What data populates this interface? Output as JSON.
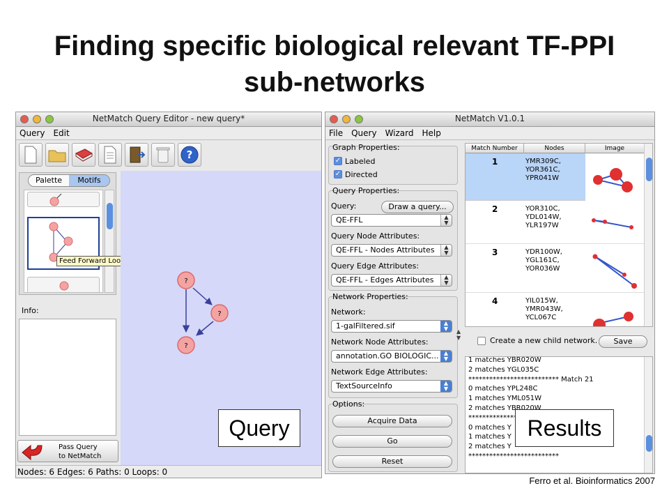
{
  "slide": {
    "title_line1": "Finding specific biological relevant TF-PPI",
    "title_line2": "sub-networks",
    "callout_query": "Query",
    "callout_results": "Results",
    "citation": "Ferro et al. Bioinformatics 2007"
  },
  "editor": {
    "title": "NetMatch Query Editor - new query*",
    "menu": [
      "Query",
      "Edit"
    ],
    "tabs": [
      "Palette",
      "Motifs"
    ],
    "tooltip": "Feed Forward Loop",
    "info_label": "Info:",
    "pass_button_line1": "Pass Query",
    "pass_button_line2": "to NetMatch",
    "status": "Nodes: 6 Edges: 6 Paths: 0 Loops: 0",
    "node_label": "?"
  },
  "netmatch": {
    "title": "NetMatch V1.0.1",
    "menu": [
      "File",
      "Query",
      "Wizard",
      "Help"
    ],
    "graph_properties": "Graph Properties:",
    "labeled": "Labeled",
    "directed": "Directed",
    "query_properties": "Query Properties:",
    "query_label": "Query:",
    "draw_query_button": "Draw a query...",
    "query_value": "QE-FFL",
    "query_node_attr_label": "Query Node Attributes:",
    "query_node_attr_value": "QE-FFL - Nodes Attributes",
    "query_edge_attr_label": "Query Edge Attributes:",
    "query_edge_attr_value": "QE-FFL - Edges Attributes",
    "network_properties": "Network Properties:",
    "network_label": "Network:",
    "network_value": "1-galFiltered.sif",
    "network_node_attr_label": "Network Node Attributes:",
    "network_node_attr_value": "annotation.GO BIOLOGIC...",
    "network_edge_attr_label": "Network Edge Attributes:",
    "network_edge_attr_value": "TextSourceInfo",
    "options_label": "Options:",
    "acquire_button": "Acquire Data",
    "go_button": "Go",
    "reset_button": "Reset",
    "table_headers": [
      "Match Number",
      "Nodes",
      "Image"
    ],
    "rows": [
      {
        "num": "1",
        "nodes": [
          "YMR309C,",
          "YOR361C,",
          "YPR041W"
        ]
      },
      {
        "num": "2",
        "nodes": [
          "YOR310C,",
          "YDL014W,",
          "YLR197W"
        ]
      },
      {
        "num": "3",
        "nodes": [
          "YDR100W,",
          "YGL161C,",
          "YOR036W"
        ]
      },
      {
        "num": "4",
        "nodes": [
          "YIL015W,",
          "YMR043W,",
          "YCL067C"
        ]
      }
    ],
    "child_network_label": "Create a new child network.",
    "save_button": "Save",
    "log_lines": [
      "1 matches YBR020W",
      "2 matches YGL035C",
      "************************** Match 21",
      "0 matches YPL248C",
      "1 matches YML051W",
      "2 matches YBR020W",
      "**************************",
      "0 matches Y",
      "1 matches Y",
      "2 matches Y",
      "**************************"
    ]
  },
  "colors": {
    "canvas": "#d5d8f9",
    "node_fill": "#f4a3a3",
    "node_stroke": "#d96a6a",
    "selection": "#b9d5f7",
    "edge": "#3a3f9a"
  }
}
